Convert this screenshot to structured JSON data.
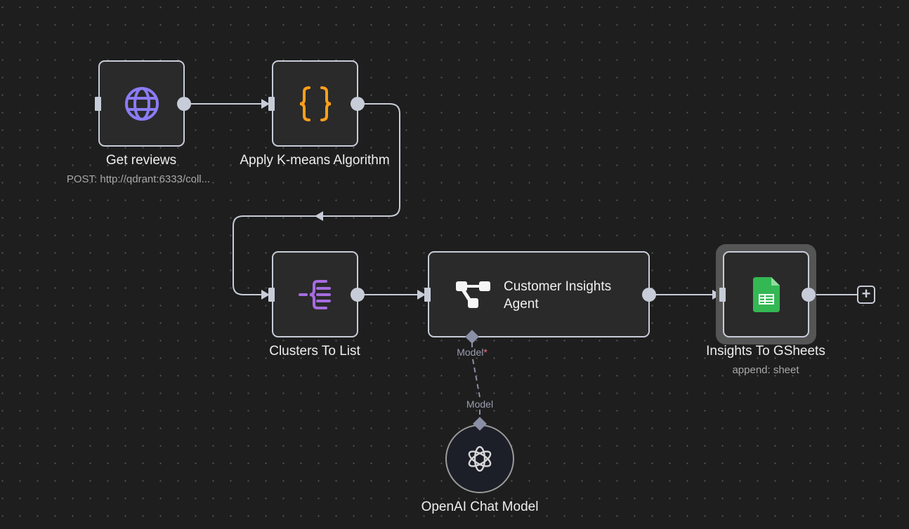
{
  "canvas": {
    "background": "#1e1e1e",
    "edge_color": "#c7ccd8"
  },
  "nodes": {
    "get_reviews": {
      "title": "Get reviews",
      "subtitle": "POST: http://qdrant:6333/coll...",
      "icon": "globe-icon",
      "icon_color": "#8b7cf6"
    },
    "kmeans": {
      "title": "Apply K-means Algorithm",
      "icon": "code-braces-icon",
      "icon_color": "#ff9f1a"
    },
    "clusters": {
      "title": "Clusters To List",
      "icon": "split-list-icon",
      "icon_color": "#a66ce0"
    },
    "agent": {
      "title_line1": "Customer Insights",
      "title_line2": "Agent",
      "icon": "ai-agent-icon",
      "port_label": "Model",
      "port_required": "*"
    },
    "gsheets": {
      "title": "Insights To GSheets",
      "subtitle": "append: sheet",
      "icon": "google-sheets-icon",
      "icon_color": "#34b853",
      "selected": true
    },
    "openai": {
      "title": "OpenAI Chat Model",
      "icon": "openai-icon",
      "port_label": "Model"
    }
  },
  "add_button": {
    "label": "+",
    "icon": "plus-icon"
  }
}
